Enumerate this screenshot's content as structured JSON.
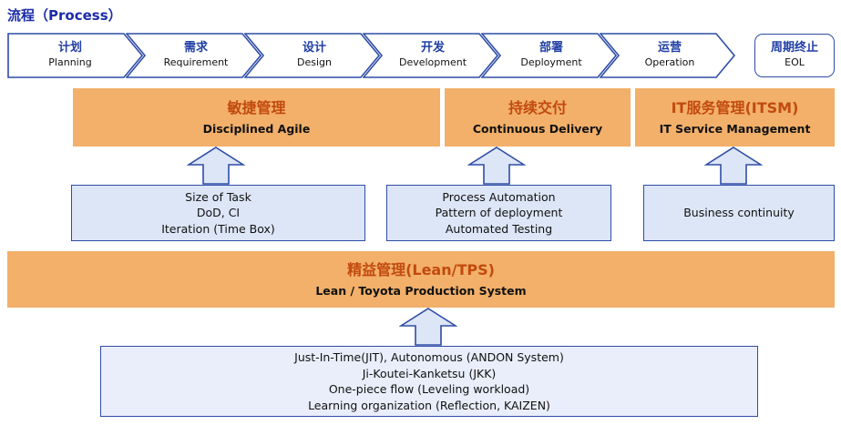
{
  "title": "流程（Process）",
  "process_steps": [
    {
      "zh": "计划",
      "en": "Planning"
    },
    {
      "zh": "需求",
      "en": "Requirement"
    },
    {
      "zh": "设计",
      "en": "Design"
    },
    {
      "zh": "开发",
      "en": "Development"
    },
    {
      "zh": "部署",
      "en": "Deployment"
    },
    {
      "zh": "运营",
      "en": "Operation"
    },
    {
      "zh": "周期终止",
      "en": "EOL"
    }
  ],
  "method_bands": [
    {
      "zh": "敏捷管理",
      "en": "Disciplined Agile"
    },
    {
      "zh": "持续交付",
      "en": "Continuous Delivery"
    },
    {
      "zh": "IT服务管理(ITSM)",
      "en": "IT Service Management"
    }
  ],
  "practice_boxes": [
    {
      "lines": [
        "Size of Task",
        "DoD, CI",
        "Iteration (Time Box)"
      ]
    },
    {
      "lines": [
        "Process Automation",
        "Pattern of deployment",
        "Automated Testing"
      ]
    },
    {
      "lines": [
        "Business continuity"
      ]
    }
  ],
  "lean_band": {
    "zh": "精益管理(Lean/TPS)",
    "en": "Lean / Toyota Production System"
  },
  "lean_box": {
    "lines": [
      "Just-In-Time(JIT), Autonomous (ANDON System)",
      "Ji-Koutei-Kanketsu (JKK)",
      "One-piece flow (Leveling workload)",
      "Learning organization (Reflection, KAIZEN)"
    ]
  },
  "colors": {
    "blue_border": "#2e4da6",
    "blue_text": "#1f3ea5",
    "title_blue": "#1b2ca8",
    "orange_fill": "#f2b06a",
    "orange_text": "#c24a0e",
    "light_blue_fill": "#dde6f7",
    "text_dark": "#111111"
  }
}
